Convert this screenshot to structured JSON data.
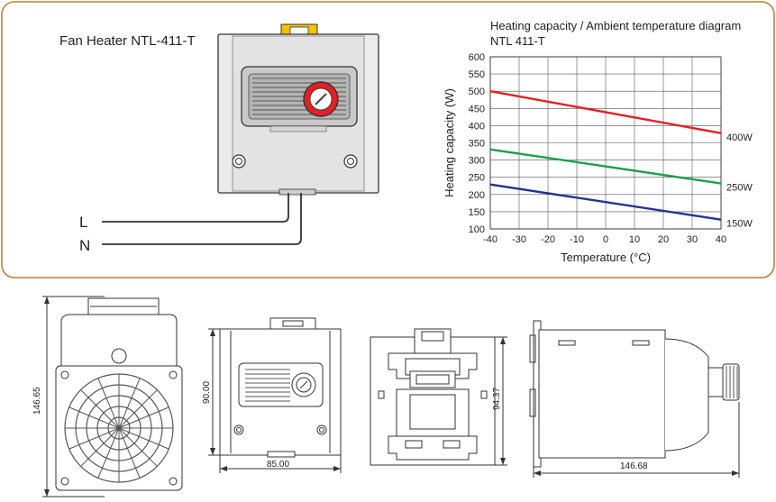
{
  "product": {
    "title": "Fan Heater NTL-411-T"
  },
  "wiring": {
    "line_label": "L",
    "neutral_label": "N"
  },
  "chart_title_line1": "Heating capacity / Ambient temperature diagram",
  "chart_title_line2": "NTL 411-T",
  "chart_data": {
    "type": "line",
    "title": "Heating capacity / Ambient temperature diagram",
    "subtitle": "NTL 411-T",
    "xlabel": "Temperature (°C)",
    "ylabel": "Heating capacity (W)",
    "xlim": [
      -40,
      40
    ],
    "ylim": [
      100,
      600
    ],
    "x_ticks": [
      "-40",
      "-30",
      "-20",
      "-10",
      "0",
      "10",
      "20",
      "30",
      "40"
    ],
    "y_ticks": [
      "100",
      "150",
      "200",
      "250",
      "300",
      "350",
      "400",
      "450",
      "500",
      "550",
      "600"
    ],
    "grid": true,
    "series": [
      {
        "name": "400W",
        "color": "#e02025",
        "x": [
          -40,
          40
        ],
        "y": [
          500,
          378
        ]
      },
      {
        "name": "250W",
        "color": "#1aa04a",
        "x": [
          -40,
          40
        ],
        "y": [
          331,
          232
        ]
      },
      {
        "name": "150W",
        "color": "#26328f",
        "x": [
          -40,
          40
        ],
        "y": [
          229,
          127
        ]
      }
    ]
  },
  "dimensions": {
    "height_front": "146.65",
    "height_panel": "90.00",
    "width_panel": "85.00",
    "height_back": "94.37",
    "length_side": "146.68"
  },
  "colors": {
    "frame_border": "#b9822f",
    "knob_red": "#e31e24",
    "clip_yellow": "#f4c300"
  }
}
